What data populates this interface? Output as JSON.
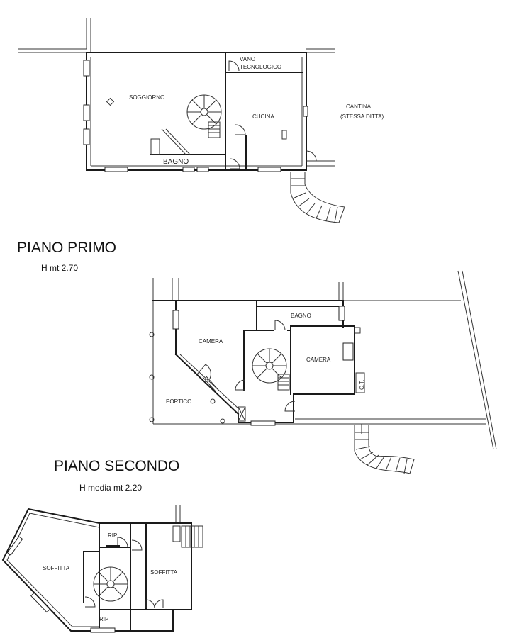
{
  "floors": [
    {
      "id": "piano-primo",
      "title": "PIANO PRIMO",
      "height": "H mt 2.70",
      "rooms": {
        "soggiorno": "SOGGIORNO",
        "vano_1": "VANO",
        "vano_2": "TECNOLOGICO",
        "cucina": "CUCINA",
        "bagno": "BAGNO",
        "cantina_1": "CANTINA",
        "cantina_2": "(STESSA DITTA)"
      }
    },
    {
      "id": "piano-secondo",
      "title": "PIANO SECONDO",
      "height": "H media mt 2.20",
      "rooms": {
        "camera_1": "CAMERA",
        "bagno": "BAGNO",
        "camera_2": "CAMERA",
        "portico": "PORTICO",
        "ct": "C.T."
      }
    },
    {
      "id": "sottotetto",
      "rooms": {
        "soffitta_1": "SOFFITTA",
        "rip_1": "RIP",
        "soffitta_2": "SOFFITTA",
        "rip_2": "RIP"
      }
    }
  ]
}
